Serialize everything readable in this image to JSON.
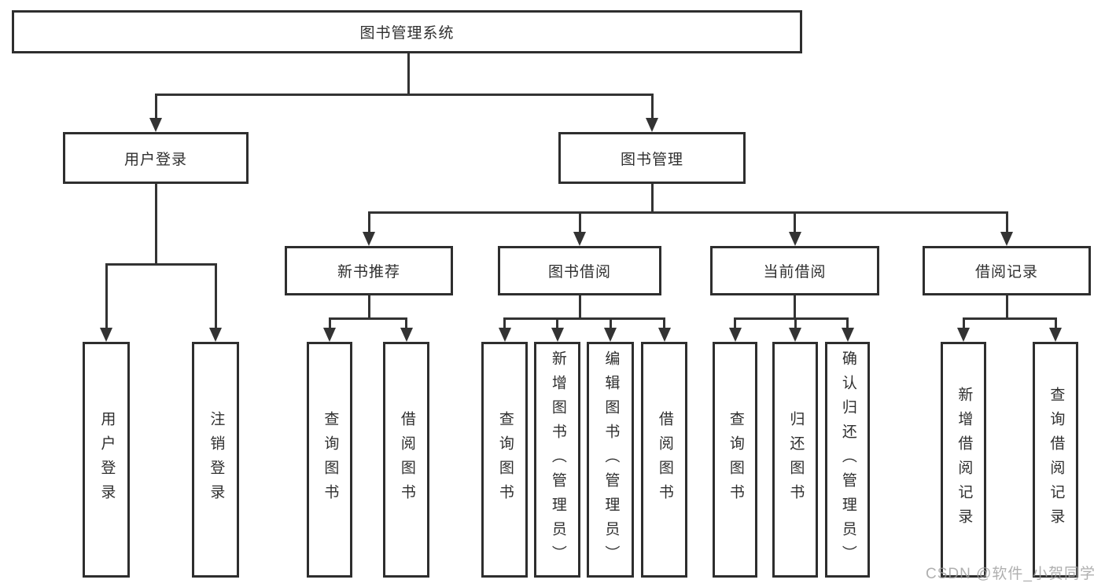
{
  "diagram": {
    "root": {
      "label": "图书管理系统"
    },
    "level2": [
      {
        "label": "用户登录"
      },
      {
        "label": "图书管理"
      }
    ],
    "level3": [
      {
        "label": "新书推荐"
      },
      {
        "label": "图书借阅"
      },
      {
        "label": "当前借阅"
      },
      {
        "label": "借阅记录"
      }
    ],
    "leaves": [
      {
        "label": "用户登录"
      },
      {
        "label": "注销登录"
      },
      {
        "label": "查询图书"
      },
      {
        "label": "借阅图书"
      },
      {
        "label": "查询图书"
      },
      {
        "label": "新增图书（管理员）"
      },
      {
        "label": "编辑图书（管理员）"
      },
      {
        "label": "借阅图书"
      },
      {
        "label": "查询图书"
      },
      {
        "label": "归还图书"
      },
      {
        "label": "确认归还（管理员）"
      },
      {
        "label": "新增借阅记录"
      },
      {
        "label": "查询借阅记录"
      }
    ]
  },
  "watermark": {
    "text": "CSDN @软件_小贺同学"
  },
  "colors": {
    "line": "#333333",
    "box_border": "#2e2e2e",
    "text": "#2f2f2f",
    "watermark": "#9e9e9e",
    "background": "#ffffff"
  }
}
